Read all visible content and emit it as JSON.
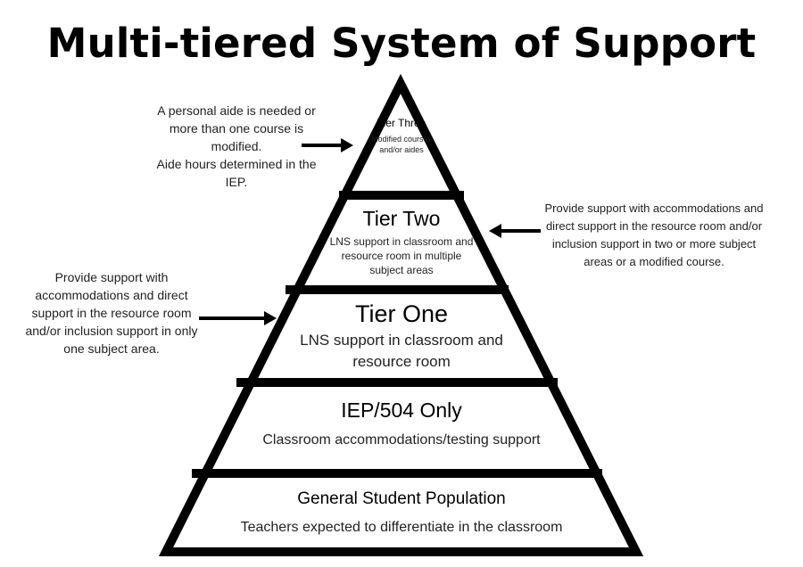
{
  "title": "Multi-tiered System of Support",
  "tiers": [
    {
      "name": "Tier Three",
      "description": "Modified courses and/or aides"
    },
    {
      "name": "Tier Two",
      "description": "LNS support in classroom and resource room in multiple subject areas"
    },
    {
      "name": "Tier One",
      "description": "LNS support in classroom and resource room"
    },
    {
      "name": "IEP/504 Only",
      "description": "Classroom accommodations/testing support"
    },
    {
      "name": "General Student Population",
      "description": "Teachers expected to differentiate in the classroom"
    }
  ],
  "annotations": {
    "tier_three": "A personal aide is needed or more than one course is modified.\nAide hours determined in the IEP.",
    "tier_two": "Provide support with accommodations and direct support in the resource room and/or inclusion support in two or more subject areas or a modified course.",
    "tier_one": "Provide support with accommodations and direct support in the resource room and/or inclusion support in only one subject area."
  },
  "colors": {
    "outline": "#000000",
    "background": "#ffffff"
  }
}
